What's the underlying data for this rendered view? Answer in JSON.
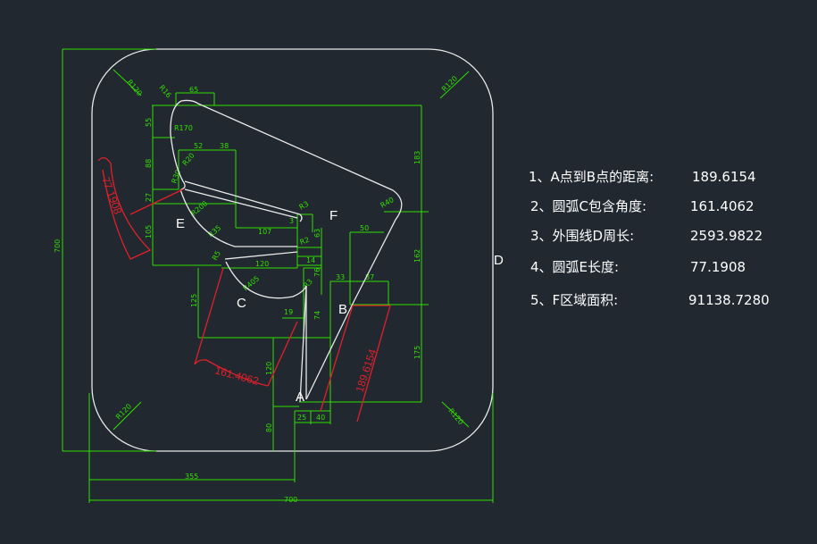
{
  "dimensions": {
    "overall_width": "700",
    "overall_height": "700",
    "bottom_left_width": "355",
    "corner_radius_tl": "R120",
    "corner_radius_tr": "R120",
    "corner_radius_bl": "R120",
    "corner_radius_br": "R120",
    "r16": "R16",
    "w65": "65",
    "h55": "55",
    "r170": "R170",
    "w52": "52",
    "w38": "38",
    "r20": "R20",
    "h88": "88",
    "h27": "27",
    "r30": "R30",
    "r200": "R200",
    "h105": "105",
    "r35": "R35",
    "w107": "107",
    "w3": "3",
    "r3a": "R3",
    "r2": "R2",
    "h63": "63",
    "w14": "14",
    "w120": "120",
    "r5": "R5",
    "r405": "R405",
    "h76": "76",
    "r3b": "R3",
    "h125": "125",
    "w19": "19",
    "h74": "74",
    "h120": "120",
    "h80": "80",
    "w25": "25",
    "w40": "40",
    "w33": "33",
    "w87": "87",
    "w50": "50",
    "r40": "R40",
    "h183": "183",
    "h162": "162",
    "h175": "175"
  },
  "point_labels": {
    "a": "A",
    "b": "B",
    "c": "C",
    "d": "D",
    "e": "E",
    "f": "F"
  },
  "measurements": {
    "ab_length": "189.6154",
    "arc_c_angle": "161.4062",
    "arc_e_length": "77.1908"
  },
  "answers": [
    {
      "label": "1、A点到B点的距离:",
      "value": "189.6154"
    },
    {
      "label": "2、圆弧C包含角度:",
      "value": "161.4062"
    },
    {
      "label": "3、外围线D周长:",
      "value": "2593.9822"
    },
    {
      "label": "4、圆弧E长度:",
      "value": "77.1908"
    },
    {
      "label": "5、F区域面积:",
      "value": "91138.7280"
    }
  ],
  "colors": {
    "background": "#212830",
    "dimension_green": "#2ee000",
    "outline_white": "#e8e8e8",
    "measure_red": "#e0202a"
  }
}
